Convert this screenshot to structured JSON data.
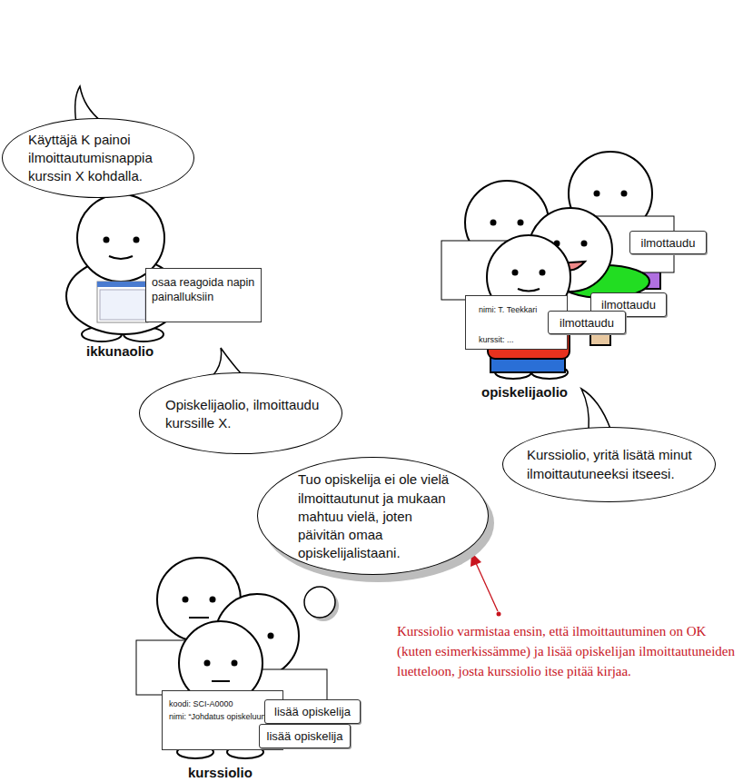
{
  "diagram": {
    "nodes": [
      {
        "text": [
          "Käyttäjä K painoi ilmoittautumisnappia kurssin X kohdalla."
        ]
      },
      {
        "text": [
          "osaa reagoida napin painalluksiin"
        ]
      },
      {
        "text": [
          "Opiskelijaolio, ilmoittaudu kurssille X."
        ]
      },
      {
        "text": [
          "nimi: T. Teekkari",
          "kurssit: ..."
        ]
      },
      {
        "text": [
          "ilmottaudu"
        ]
      },
      {
        "text": [
          "ilmottaudu"
        ]
      },
      {
        "text": [
          "ilmottaudu"
        ]
      },
      {
        "text": [
          "Kurssiolio, yritä lisätä minut ilmoittautuneeksi itseesi."
        ]
      },
      {
        "text": [
          "Tuo opiskelija ei ole vielä ilmoittautunut ja mukaan mahtuu vielä, joten päivitän omaa opiskelijalistaani."
        ]
      },
      {
        "text": [
          "koodi: SCI-A0000",
          "nimi: “Johdatus opiskeluun”"
        ]
      },
      {
        "text": [
          "lisää opiskelija"
        ]
      },
      {
        "text": [
          "lisää opiskelija"
        ]
      }
    ],
    "labels": [
      "ikkunaolio",
      "opiskelijaolio",
      "kurssiolio",
      "Kurssiolio varmistaa ensin, että ilmoittautuminen on OK (kuten esimerkissämme) ja lisää opiskelijan ilmoittautuneiden luetteloon, josta kurssiolio itse pitää kirjaa."
    ]
  }
}
